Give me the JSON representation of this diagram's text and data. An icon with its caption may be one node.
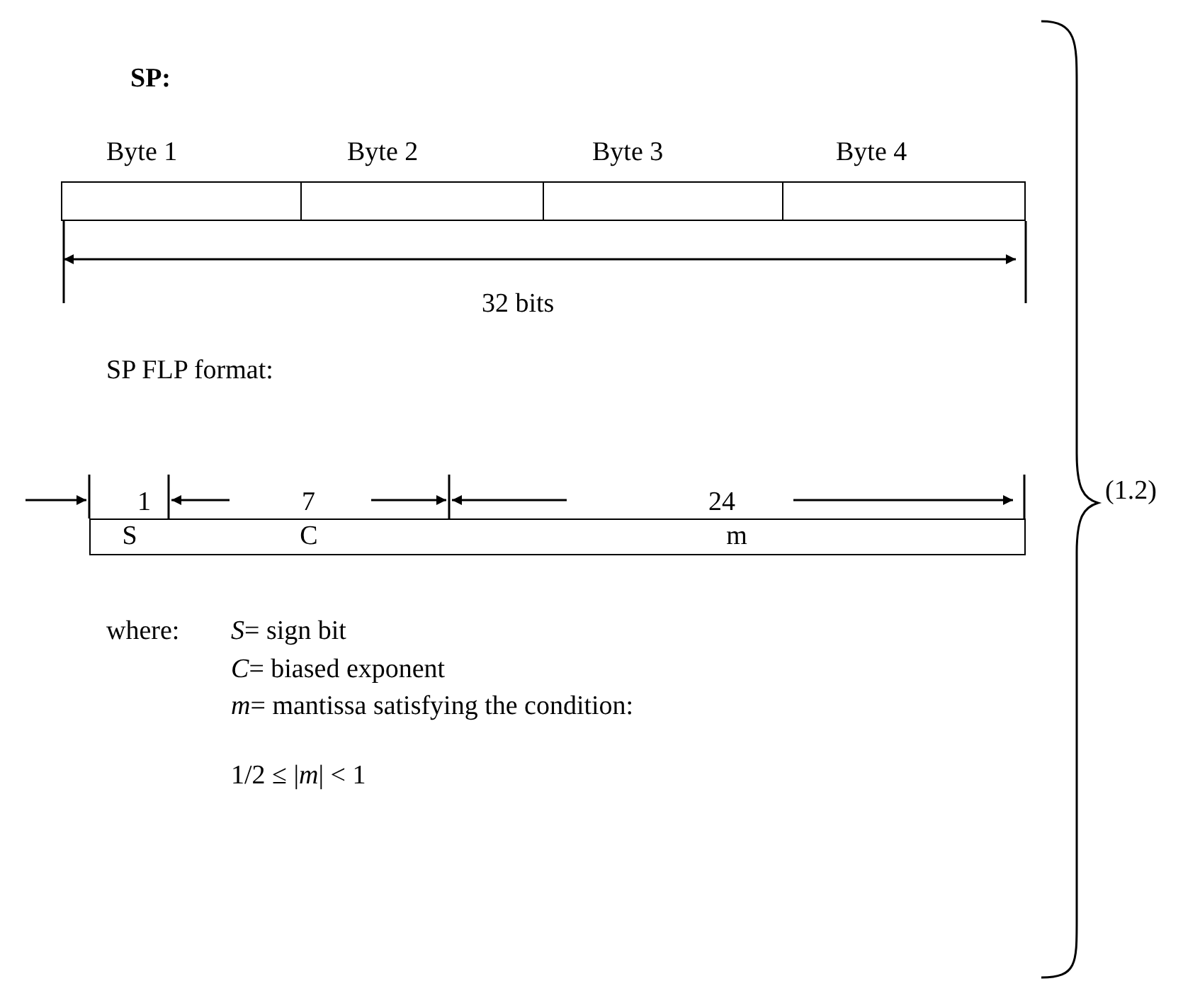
{
  "diagram": {
    "title": "SP:",
    "nodes": [
      {
        "text": [
          "Byte 1"
        ]
      },
      {
        "text": [
          "Byte 2"
        ]
      },
      {
        "text": [
          "Byte 3"
        ]
      },
      {
        "text": [
          "Byte 4"
        ]
      },
      {
        "text": [
          "S"
        ]
      },
      {
        "text": [
          "C"
        ]
      },
      {
        "text": [
          "m"
        ]
      }
    ],
    "labels": [
      "32 bits",
      "SP FLP format:",
      "1",
      "7",
      "24",
      "where:",
      "*S*= sign bit",
      "*C*= biased exponent",
      "*m*= mantissa satisfying the condition:",
      "1/2 ≤ |*m*| < 1",
      "(1.2)"
    ]
  }
}
